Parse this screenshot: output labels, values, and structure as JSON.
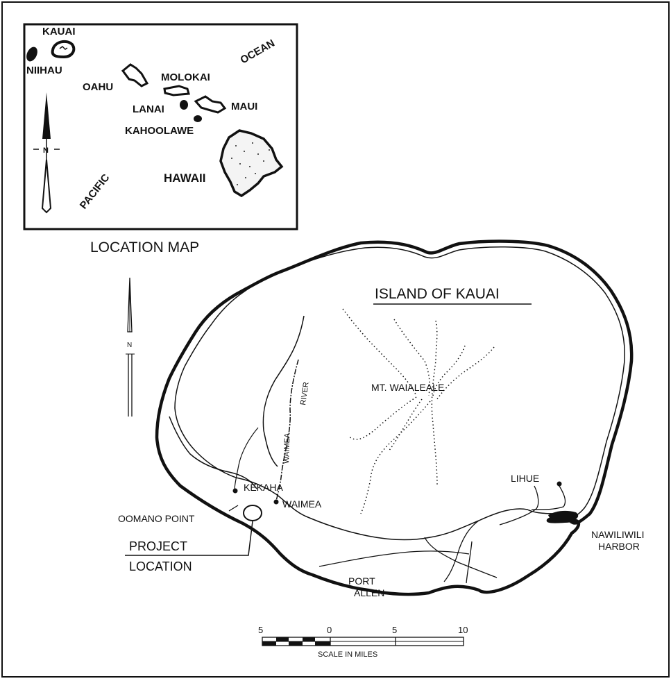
{
  "inset": {
    "title": "LOCATION MAP",
    "islands": {
      "kauai": "KAUAI",
      "niihau": "NIIHAU",
      "oahu": "OAHU",
      "molokai": "MOLOKAI",
      "lanai": "LANAI",
      "maui": "MAUI",
      "kahoolawe": "KAHOOLAWE",
      "hawaii": "HAWAII"
    },
    "ocean_word": "OCEAN",
    "pacific_word": "PACIFIC",
    "north_label": "N"
  },
  "main": {
    "title": "ISLAND OF KAUAI",
    "north_label": "N",
    "places": {
      "mt_waialeale": "MT. WAIALEALE",
      "waimea_river_1": "WAIMEA",
      "waimea_river_2": "RIVER",
      "kekaha": "KEKAHA",
      "waimea": "WAIMEA",
      "lihue": "LIHUE",
      "oomano_point": "OOMANO POINT",
      "nawiliwili_1": "NAWILIWILI",
      "nawiliwili_2": "HARBOR",
      "port_allen_1": "PORT",
      "port_allen_2": "ALLEN"
    },
    "project_location": {
      "line1": "PROJECT",
      "line2": "LOCATION"
    },
    "scale": {
      "ticks": [
        "5",
        "0",
        "5",
        "10"
      ],
      "caption": "SCALE IN MILES"
    }
  },
  "colors": {
    "ink": "#111111",
    "paper": "#ffffff"
  }
}
